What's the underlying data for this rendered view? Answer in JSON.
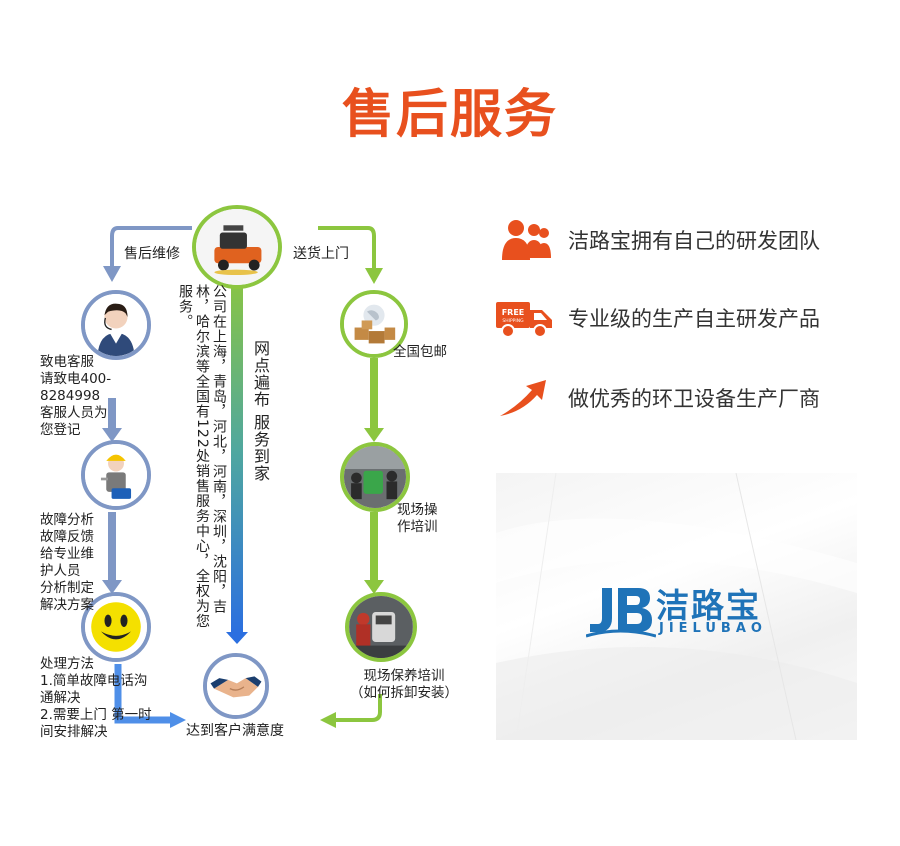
{
  "title": "售后服务",
  "flow": {
    "branch_left_label": "售后维修",
    "branch_right_label": "送货上门",
    "center_vertical_main": "网点遍布 服务到家",
    "center_vertical_info": "公司在上海，青岛，河北，河南，深圳，沈阳，吉林，哈尔滨等全国有122处销售服务中心，全权为您服务。",
    "left_steps": [
      "致电客服\n请致电400-\n8284998\n客服人员为\n您登记",
      "故障分析\n故障反馈\n给专业维\n护人员\n分析制定\n解决方案",
      "处理方法\n1.简单故障电话沟\n通解决\n2.需要上门 第一时\n间安排解决"
    ],
    "right_steps": [
      "全国包邮",
      "现场操\n作培训",
      "现场保养培训\n（如何拆卸安装）"
    ],
    "end_label": "达到客户满意度"
  },
  "features": [
    {
      "icon": "team-icon",
      "label": "洁路宝拥有自己的研发团队"
    },
    {
      "icon": "free-shipping-truck-icon",
      "label": "专业级的生产自主研发产品"
    },
    {
      "icon": "arrow-up-icon",
      "label": "做优秀的环卫设备生产厂商"
    }
  ],
  "logo": {
    "cn": "洁路宝",
    "en": "JIELUBAO",
    "mark": "JB"
  },
  "colors": {
    "title": "#e8501e",
    "accent_orange": "#e8501e",
    "left_branch": "#7f97c5",
    "right_branch": "#8cc63f",
    "center_arrow_top": "#8cc63f",
    "center_arrow_bottom": "#2b6fe0",
    "logo_blue": "#1f73b8"
  }
}
